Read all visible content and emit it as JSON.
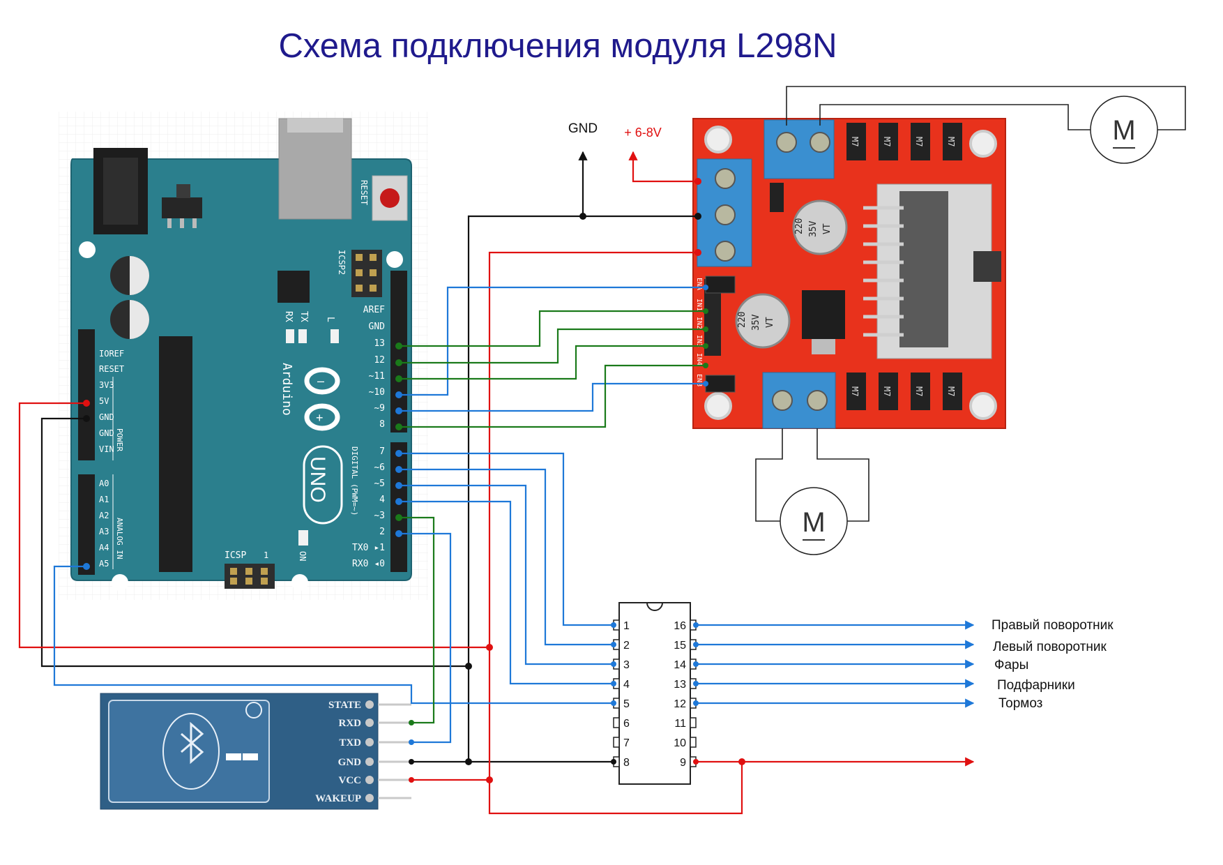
{
  "title": "Схема подключения модуля L298N",
  "power": {
    "gnd_label": "GND",
    "vin_label": "+ 6-8V"
  },
  "arduino": {
    "reset": "RESET",
    "icsp2": "ICSP2",
    "tx": "TX",
    "rx": "RX",
    "l": "L",
    "brand": "Arduino",
    "model": "UNO",
    "digital_caption": "DIGITAL (PWM=~)",
    "power_caption": "POWER",
    "analog_caption": "ANALOG IN",
    "icsp": "ICSP",
    "icsp_one": "1",
    "on": "ON",
    "left_pins": [
      "IOREF",
      "RESET",
      "3V3",
      "5V",
      "GND",
      "GND",
      "VIN"
    ],
    "analog_pins": [
      "A0",
      "A1",
      "A2",
      "A3",
      "A4",
      "A5"
    ],
    "top_right_pins": [
      "AREF",
      "GND",
      "13",
      "12",
      "~11",
      "~10",
      "~9",
      "8"
    ],
    "bottom_right_pins": [
      "7",
      "~6",
      "~5",
      "4",
      "~3",
      "2",
      "TX0 ▸1",
      "RX0 ◂0"
    ]
  },
  "l298n": {
    "pin_labels": [
      "ENA",
      "IN1",
      "IN2",
      "IN3",
      "IN4",
      "ENB"
    ],
    "cap_value": "220",
    "cap_voltage": "35V",
    "cap_mark": "VT",
    "diode_mark": "M7",
    "motor_symbol": "M"
  },
  "bluetooth": {
    "pins": [
      "STATE",
      "RXD",
      "TXD",
      "GND",
      "VCC",
      "WAKEUP"
    ]
  },
  "chip": {
    "left_pins": [
      "1",
      "2",
      "3",
      "4",
      "5",
      "6",
      "7",
      "8"
    ],
    "right_pins": [
      "16",
      "15",
      "14",
      "13",
      "12",
      "11",
      "10",
      "9"
    ]
  },
  "outputs": [
    "Правый поворотник",
    "Левый поворотник",
    "Фары",
    "Подфарники",
    "Тормоз"
  ],
  "colors": {
    "blue_wire": "#1e78d8",
    "green_wire": "#1a7a1a",
    "red_wire": "#e01010",
    "black_wire": "#111111",
    "board_teal": "#2b7f8d",
    "l298_red": "#e8321c",
    "title": "#1f1a8c"
  }
}
